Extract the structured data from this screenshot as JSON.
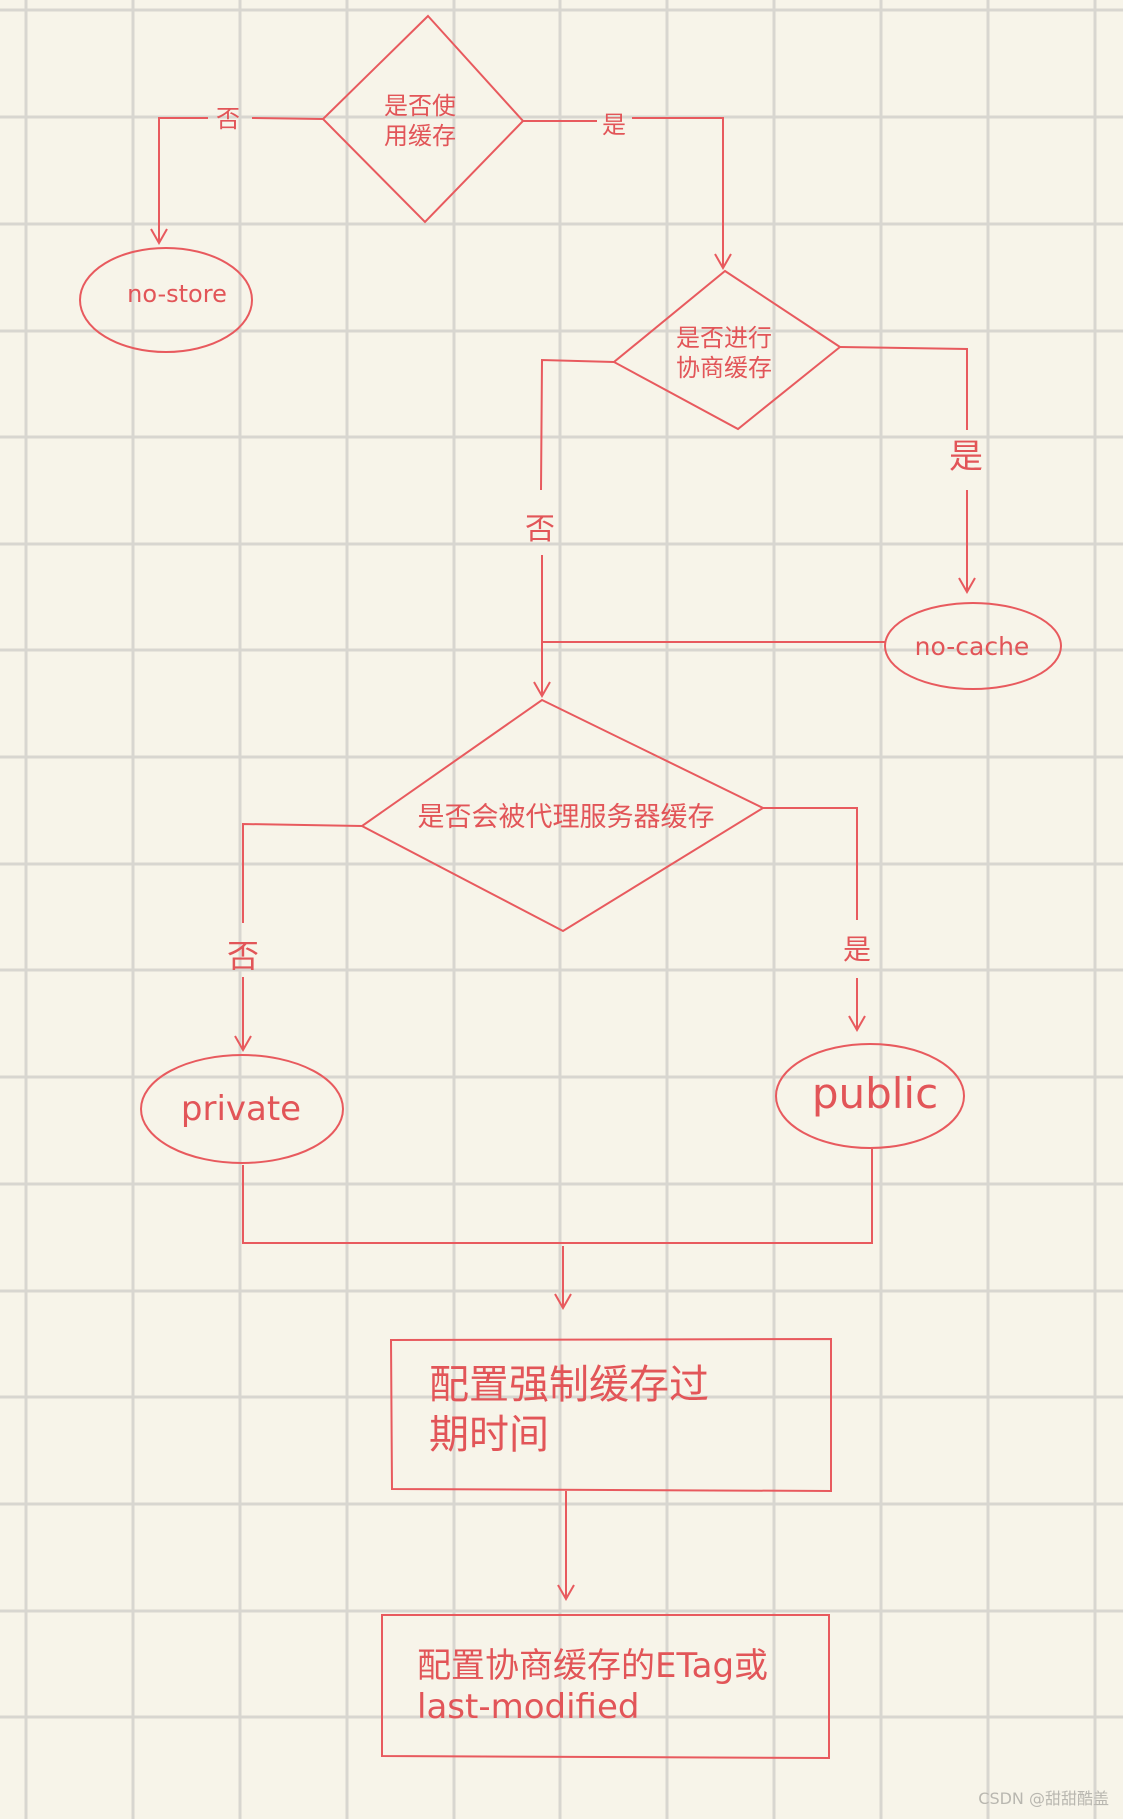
{
  "colors": {
    "background": "#f7f4e9",
    "grid": "#d8d6d0",
    "stroke": "#e85a5e",
    "text": "#e25558",
    "watermark": "#b9b7b0"
  },
  "nodes": {
    "use_cache": {
      "line1": "是否使",
      "line2": "用缓存"
    },
    "negotiate": {
      "line1": "是否进行",
      "line2": "协商缓存"
    },
    "proxy": {
      "label": "是否会被代理服务器缓存"
    },
    "no_store": {
      "label": "no-store"
    },
    "no_cache": {
      "label": "no-cache"
    },
    "private": {
      "label": "private"
    },
    "public": {
      "label": "public"
    },
    "expires_box": {
      "line1": "配置强制缓存过",
      "line2": "期时间"
    },
    "etag_box": {
      "line1": "配置协商缓存的ETag或",
      "line2": "last-modified"
    }
  },
  "edges": {
    "use_cache_no": "否",
    "use_cache_yes": "是",
    "negotiate_no": "否",
    "negotiate_yes": "是",
    "proxy_no": "否",
    "proxy_yes": "是"
  },
  "watermark": "CSDN @甜甜酷盖"
}
